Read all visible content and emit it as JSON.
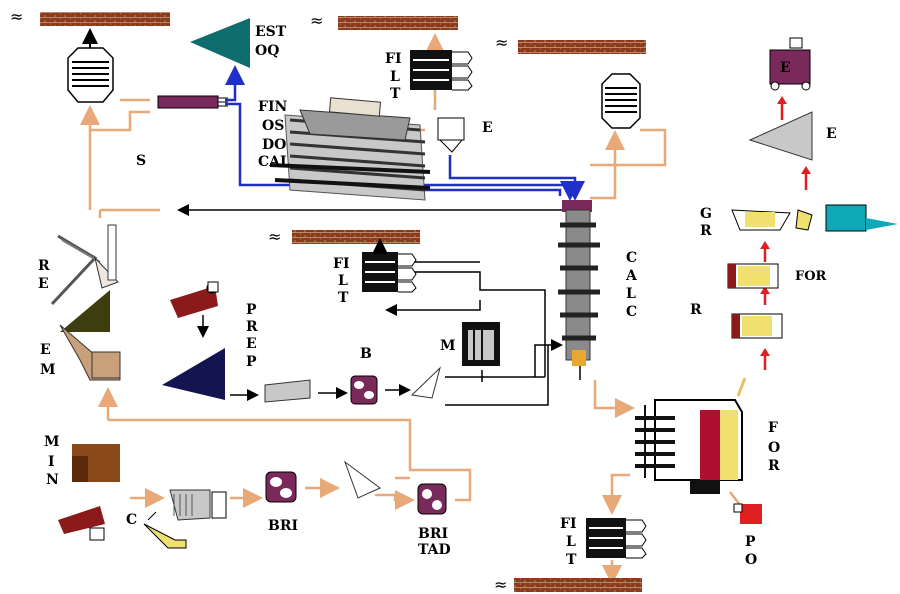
{
  "labels": {
    "estoq_1": "EST",
    "estoq_2": "OQ",
    "finos_1": "FIN",
    "finos_2": "OS",
    "finos_3": "DO",
    "finos_4": "CAL",
    "fil_top_1": "FI",
    "fil_top_2": "L",
    "fil_top_3": "T",
    "e_top": "E",
    "s_label": "S",
    "re_1": "R",
    "re_2": "E",
    "em_1": "E",
    "em_2": "M",
    "fil_mid_1": "FI",
    "fil_mid_2": "L",
    "fil_mid_3": "T",
    "prep_1": "P",
    "prep_2": "R",
    "prep_3": "E",
    "prep_4": "P",
    "b_label": "B",
    "m_label": "M",
    "calc_1": "C",
    "calc_2": "A",
    "calc_3": "L",
    "calc_4": "C",
    "e_right_1": "E",
    "e_right_2": "E",
    "gr_1": "G",
    "gr_2": "R",
    "for_label": "FOR",
    "r_label": "R",
    "fo_1": "F",
    "fo_2": "O",
    "fo_3": "R",
    "min_1": "M",
    "min_2": "I",
    "min_3": "N",
    "c_label": "C",
    "bri": "BRI",
    "bri_tad_1": "BRI",
    "bri_tad_2": "TAD",
    "fil_bot_1": "FI",
    "fil_bot_2": "L",
    "fil_bot_3": "T",
    "po_1": "P",
    "po_2": "O"
  },
  "colors": {
    "orange_flow": "#e8a878",
    "blue_flow": "#1f2fc8",
    "black_flow": "#000000",
    "red_arrow": "#e02020",
    "brick": "#8b3a1a",
    "teal_pile": "#106d6d",
    "navy_pile": "#141450",
    "olive_pile": "#3d3d10",
    "purple_wagon": "#7a2a5a",
    "kiln_gray": "#8a8a8a"
  }
}
